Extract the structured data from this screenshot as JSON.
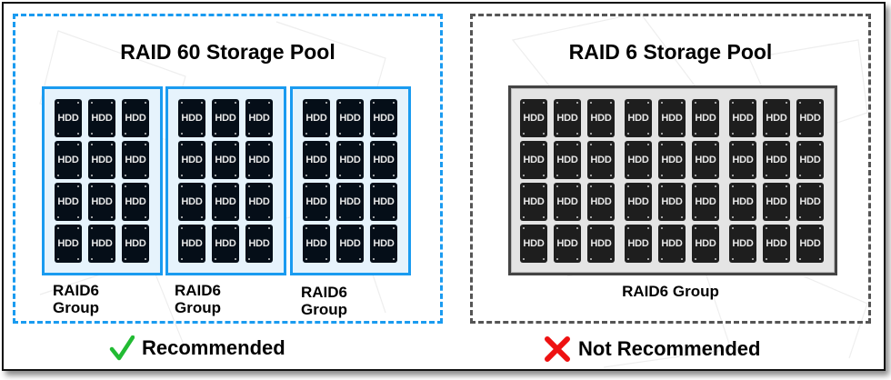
{
  "left_panel": {
    "title": "RAID 60 Storage Pool",
    "border_color": "#1a9bf0",
    "groups": [
      {
        "label_line1": "RAID6",
        "label_line2": "Group",
        "disks": 12,
        "columns": 3,
        "rows": 4
      },
      {
        "label_line1": "RAID6",
        "label_line2": "Group",
        "disks": 12,
        "columns": 3,
        "rows": 4
      },
      {
        "label_line1": "RAID6",
        "label_line2": "Group",
        "disks": 12,
        "columns": 3,
        "rows": 4
      }
    ],
    "verdict": {
      "icon": "check-icon",
      "icon_color": "#22bb33",
      "label": "Recommended"
    }
  },
  "right_panel": {
    "title": "RAID 6 Storage Pool",
    "border_color": "#555555",
    "group": {
      "label": "RAID6 Group",
      "disks": 36,
      "columns": 9,
      "rows": 4
    },
    "verdict": {
      "icon": "cross-icon",
      "icon_color": "#ee1111",
      "label": "Not Recommended"
    }
  },
  "disk_label": "HDD"
}
